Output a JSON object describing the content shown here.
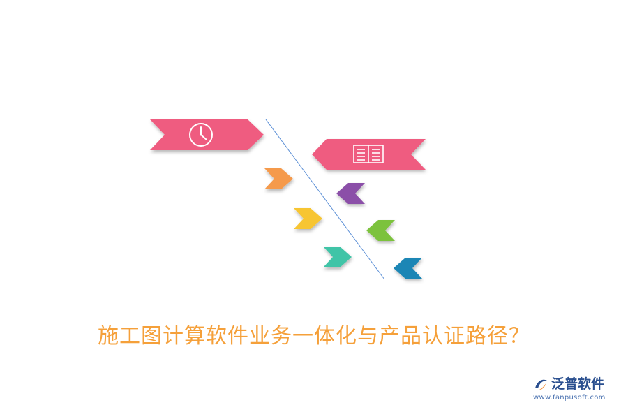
{
  "title": "施工图计算软件业务一体化与产品认证路径？",
  "brand": {
    "name": "泛普软件",
    "url": "www.fanpusoft.com"
  },
  "colors": {
    "title": "#f5a03a",
    "banner": "#ef5b80",
    "divider": "#5b8fd6",
    "orange": "#f59a4b",
    "yellow": "#f7c531",
    "teal": "#40c4a7",
    "purple": "#8b4fa8",
    "green": "#7cc23c",
    "blue": "#1b86b5",
    "brand_name": "#2a4f8f",
    "brand_url": "#4a72b0"
  },
  "icons": {
    "left_banner": "clock-icon",
    "right_banner": "book-icon"
  }
}
